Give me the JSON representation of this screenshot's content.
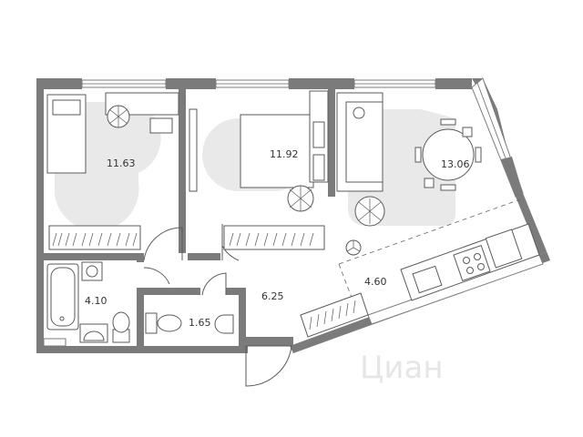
{
  "floor_plan": {
    "rooms": [
      {
        "id": "bedroom-1",
        "area": "11.63"
      },
      {
        "id": "bedroom-2",
        "area": "11.92"
      },
      {
        "id": "living-room",
        "area": "13.06"
      },
      {
        "id": "bathroom",
        "area": "4.10"
      },
      {
        "id": "toilet",
        "area": "1.65"
      },
      {
        "id": "hallway",
        "area": "6.25"
      },
      {
        "id": "kitchen",
        "area": "4.60"
      }
    ],
    "watermark": "Циан"
  }
}
